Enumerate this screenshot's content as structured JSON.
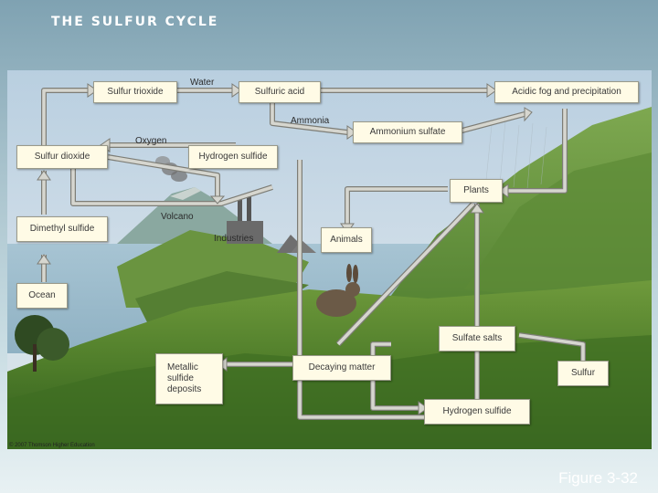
{
  "slide": {
    "title": "THE SULFUR CYCLE",
    "figure_label": "Figure 3-32"
  },
  "nodes": {
    "sulfur_trioxide": "Sulfur trioxide",
    "sulfuric_acid": "Sulfuric acid",
    "acidic_fog": "Acidic fog and precipitation",
    "ammonium_sulfate": "Ammonium sulfate",
    "sulfur_dioxide": "Sulfur dioxide",
    "hydrogen_sulfide_top": "Hydrogen sulfide",
    "plants": "Plants",
    "dimethyl_sulfide": "Dimethyl sulfide",
    "animals": "Animals",
    "ocean": "Ocean",
    "sulfate_salts": "Sulfate salts",
    "metallic_line1": "Metallic",
    "metallic_line2": "sulfide",
    "metallic_line3": "deposits",
    "decaying_matter": "Decaying matter",
    "sulfur": "Sulfur",
    "hydrogen_sulfide_bottom": "Hydrogen sulfide"
  },
  "labels": {
    "water": "Water",
    "ammonia": "Ammonia",
    "oxygen": "Oxygen",
    "volcano": "Volcano",
    "industries": "Industries"
  },
  "credit": "© 2007 Thomson Higher Education",
  "colors": {
    "box": "#fffbe6",
    "arrow": "#cfcfc8",
    "arrow_edge": "#7d7d76"
  }
}
